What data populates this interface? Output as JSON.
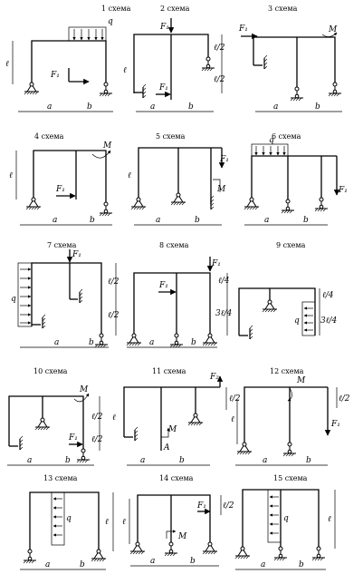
{
  "schemes": [
    {
      "title": "1 схема",
      "labels": [
        "q",
        "ℓ",
        "F₁",
        "a",
        "b"
      ]
    },
    {
      "title": "2 схема",
      "labels": [
        "F₁",
        "ℓ/2",
        "ℓ/2",
        "ℓ",
        "F₁",
        "a",
        "b"
      ]
    },
    {
      "title": "3 схема",
      "labels": [
        "F₁",
        "M",
        "a",
        "b"
      ]
    },
    {
      "title": "4 схема",
      "labels": [
        "M",
        "ℓ",
        "F₁",
        "a",
        "b"
      ]
    },
    {
      "title": "5 схема",
      "labels": [
        "ℓ",
        "F₁",
        "M",
        "a",
        "b"
      ]
    },
    {
      "title": "6 схема",
      "labels": [
        "q",
        "F₁",
        "a",
        "b"
      ]
    },
    {
      "title": "7 схема",
      "labels": [
        "F₁",
        "q",
        "ℓ/2",
        "ℓ/2",
        "a",
        "b"
      ]
    },
    {
      "title": "8 схема",
      "labels": [
        "F₁",
        "ℓ/4",
        "F₁",
        "3ℓ/4",
        "a",
        "b"
      ]
    },
    {
      "title": "9 схема",
      "labels": [
        "ℓ/4",
        "q",
        "3ℓ/4"
      ]
    },
    {
      "title": "10 схема",
      "labels": [
        "M",
        "ℓ/2",
        "ℓ/2",
        "F₁",
        "a",
        "b"
      ]
    },
    {
      "title": "11 схема",
      "labels": [
        "F₂",
        "ℓ/2",
        "ℓ",
        "M",
        "A",
        "a",
        "b"
      ]
    },
    {
      "title": "12 схема",
      "labels": [
        "M",
        "ℓ/2",
        "ℓ",
        "F₁",
        "a",
        "b"
      ]
    },
    {
      "title": "13 схема",
      "labels": [
        "q",
        "ℓ",
        "a",
        "b"
      ]
    },
    {
      "title": "14 схема",
      "labels": [
        "F₁",
        "ℓ/2",
        "ℓ",
        "M",
        "a",
        "b"
      ]
    },
    {
      "title": "15 схема",
      "labels": [
        "q",
        "ℓ",
        "a",
        "b"
      ]
    }
  ]
}
